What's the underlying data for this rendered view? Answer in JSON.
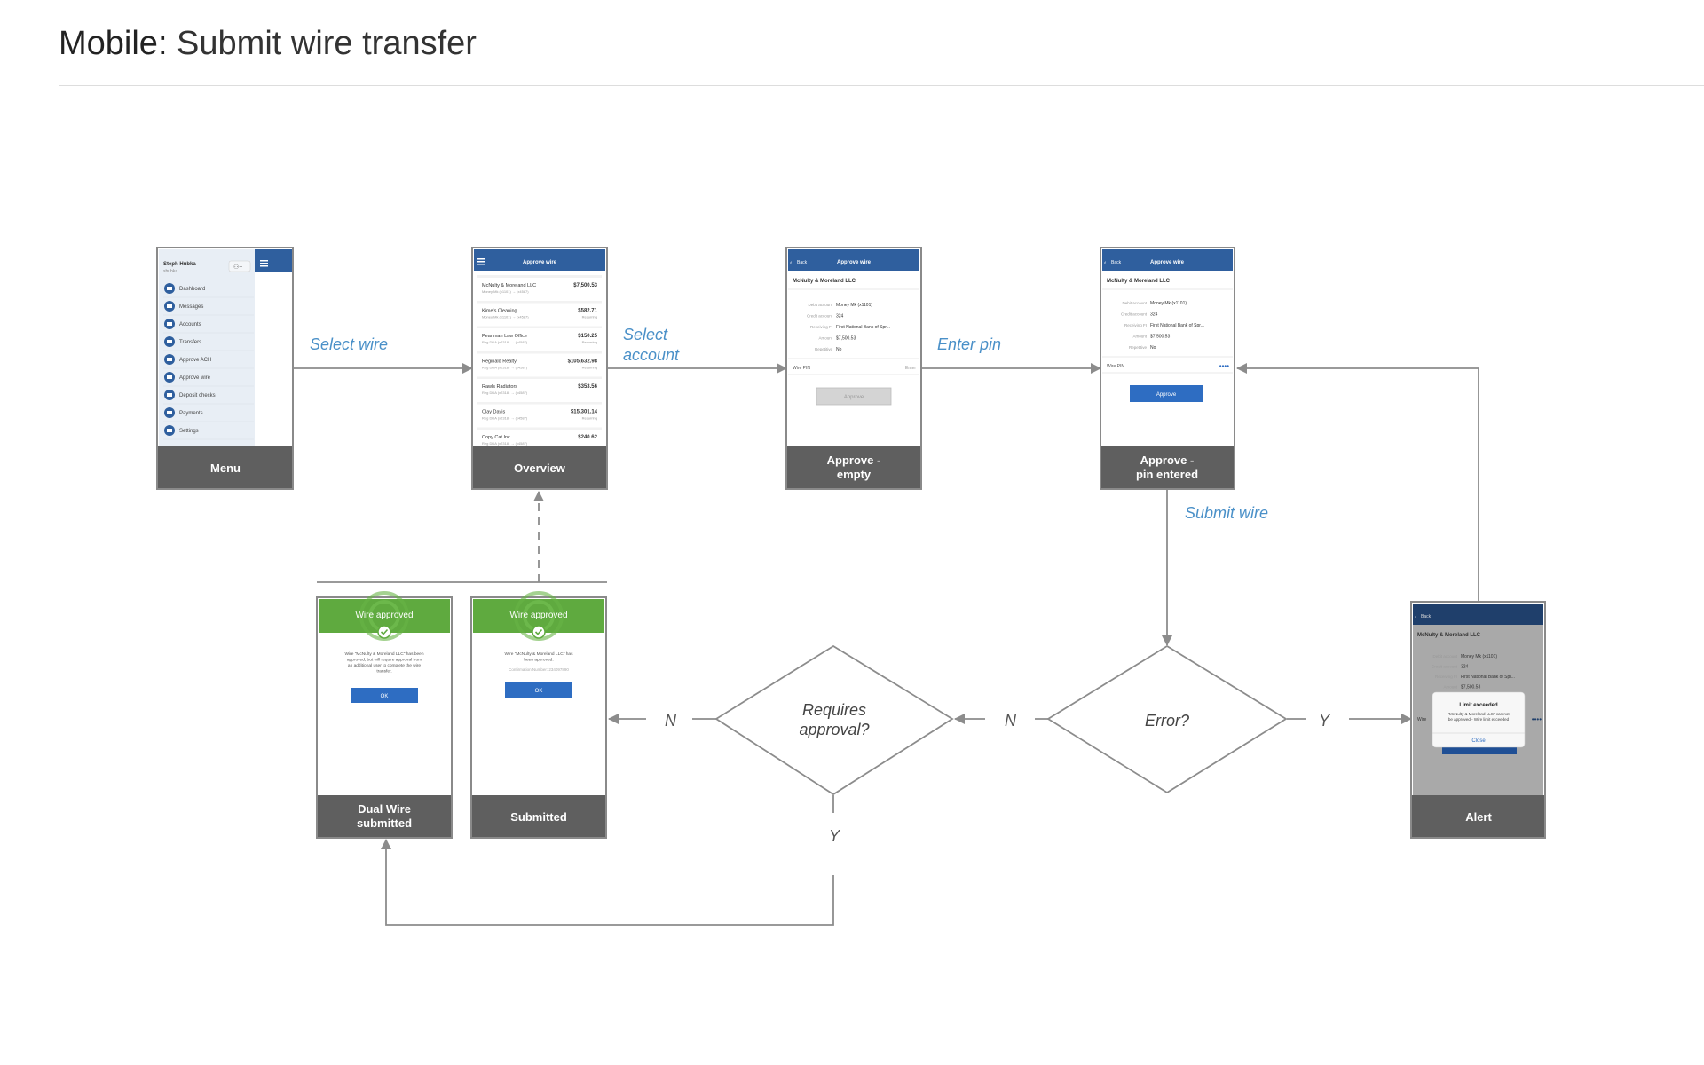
{
  "page": {
    "title_bold": "Mobile:",
    "title_rest": " Submit wire transfer"
  },
  "screens": {
    "menu": {
      "caption": [
        "Menu"
      ],
      "user_name": "Steph Hubka",
      "user_sub": "shubka",
      "items": [
        "Dashboard",
        "Messages",
        "Accounts",
        "Transfers",
        "Approve ACH",
        "Approve wire",
        "Deposit checks",
        "Payments",
        "Settings"
      ]
    },
    "overview": {
      "caption": [
        "Overview"
      ],
      "header": "Approve wire",
      "rows": [
        {
          "name": "McNulty & Moreland LLC",
          "sub": "Money Mk (x1101) → (x4587)",
          "amount": "$7,500.53",
          "tag": ""
        },
        {
          "name": "Kime's Cleaning",
          "sub": "Money Mk (x1101) → (x4587)",
          "amount": "$582.71",
          "tag": "Recurring"
        },
        {
          "name": "Pearlman Law Office",
          "sub": "Reg DDA (x2318) → (x4587)",
          "amount": "$150.25",
          "tag": "Recurring"
        },
        {
          "name": "Reginald Realty",
          "sub": "Reg DDA (x2318) → (x4587)",
          "amount": "$105,632.98",
          "tag": "Recurring"
        },
        {
          "name": "Rawls Radiators",
          "sub": "Reg DDA (x2318) → (x4587)",
          "amount": "$353.56",
          "tag": ""
        },
        {
          "name": "Clay Davis",
          "sub": "Reg DDA (x2318) → (x4587)",
          "amount": "$15,301.14",
          "tag": "Recurring"
        },
        {
          "name": "Copy Cat Inc.",
          "sub": "Reg DDA (x2318) → (x4587)",
          "amount": "$240.62",
          "tag": ""
        }
      ]
    },
    "approve_empty": {
      "caption": [
        "Approve -",
        "empty"
      ],
      "back": "Back",
      "header": "Approve wire",
      "company": "McNulty & Moreland LLC",
      "details": [
        {
          "label": "Debit account",
          "value": "Money Mk (x1101)"
        },
        {
          "label": "Credit account",
          "value": "324"
        },
        {
          "label": "Receiving FI",
          "value": "First National Bank of Spr..."
        },
        {
          "label": "Amount",
          "value": "$7,500.53"
        },
        {
          "label": "Repetitive",
          "value": "No"
        }
      ],
      "pin_label": "Wire PIN",
      "pin_value": "Enter",
      "button": "Approve"
    },
    "approve_pin": {
      "caption": [
        "Approve -",
        "pin entered"
      ],
      "back": "Back",
      "header": "Approve wire",
      "company": "McNulty & Moreland LLC",
      "details": [
        {
          "label": "Debit account",
          "value": "Money Mk (x1101)"
        },
        {
          "label": "Credit account",
          "value": "324"
        },
        {
          "label": "Receiving FI",
          "value": "First National Bank of Spr..."
        },
        {
          "label": "Amount",
          "value": "$7,500.53"
        },
        {
          "label": "Repetitive",
          "value": "No"
        }
      ],
      "pin_label": "Wire PIN",
      "pin_value": "••••",
      "button": "Approve"
    },
    "dual": {
      "caption": [
        "Dual Wire",
        "submitted"
      ],
      "banner": "Wire approved",
      "body": [
        "Wire \"McNulty & Moreland LLC\" has been",
        "approved, but will require approval from",
        "an additional user to complete the wire",
        "transfer."
      ],
      "button": "OK"
    },
    "submitted": {
      "caption": [
        "Submitted"
      ],
      "banner": "Wire approved",
      "body": [
        "Wire \"McNulty & Moreland LLC\" has",
        "been approved."
      ],
      "confirmation": "Confirmation Number: 234097890",
      "button": "OK"
    },
    "alert": {
      "caption": [
        "Alert"
      ],
      "back": "Back",
      "company": "McNulty & Moreland LLC",
      "details": [
        {
          "label": "Debit account",
          "value": "Money Mk (x1101)"
        },
        {
          "label": "Credit account",
          "value": "324"
        },
        {
          "label": "Receiving FI",
          "value": "First National Bank of Spr..."
        },
        {
          "label": "Amount",
          "value": "$7,500.53"
        }
      ],
      "pin_label": "Wire",
      "pin_value": "••••",
      "alert_title": "Limit exceeded",
      "alert_body": [
        "\"McNulty & Moreland LLC\" can not",
        "be approved - Wire limit exceeded"
      ],
      "alert_button": "Close"
    }
  },
  "flow_labels": {
    "select_wire": "Select wire",
    "select_account": [
      "Select",
      "account"
    ],
    "enter_pin": "Enter pin",
    "submit_wire": "Submit wire",
    "n1": "N",
    "n2": "N",
    "y1": "Y",
    "y2": "Y"
  },
  "decisions": {
    "error": [
      "Error?"
    ],
    "requires_approval": [
      "Requires",
      "approval?"
    ]
  },
  "colors": {
    "header_blue": "#2f5f9e",
    "button_blue": "#2e6dc2",
    "caption_gray": "#5f5f5f",
    "frame_gray": "#8a8a8a",
    "label_blue": "#4a90c8",
    "success_green": "#5faa3f",
    "line_gray": "#8c8c8c"
  }
}
